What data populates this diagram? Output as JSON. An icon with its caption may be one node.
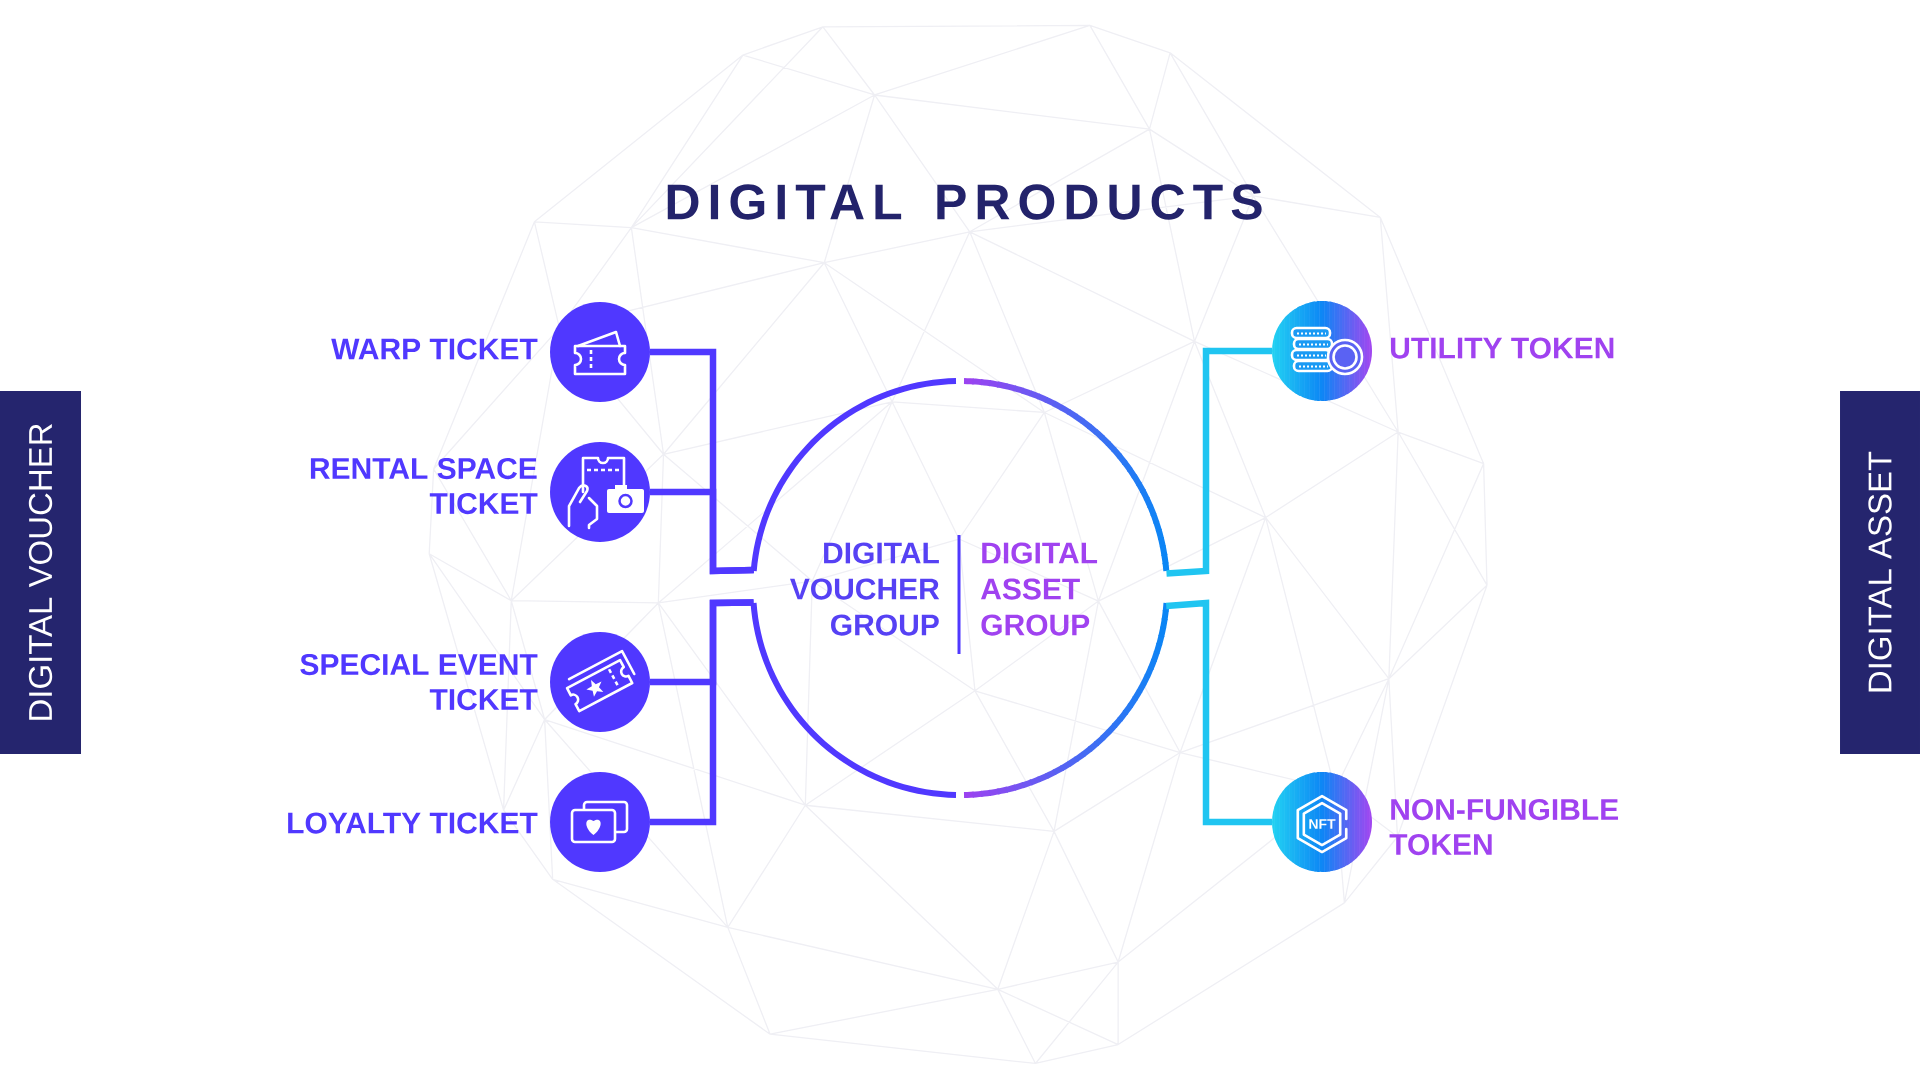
{
  "diagram": {
    "title": "DIGITAL PRODUCTS",
    "nodes": [
      {
        "text": [
          "DIGITAL VOUCHER"
        ]
      },
      {
        "text": [],
        "shape": "circle",
        "beside": [
          "WARP TICKET"
        ]
      },
      {
        "text": [],
        "shape": "circle",
        "beside": [
          "RENTAL SPACE TICKET"
        ]
      },
      {
        "text": [],
        "shape": "circle",
        "beside": [
          "SPECIAL EVENT TICKET"
        ]
      },
      {
        "text": [],
        "shape": "circle",
        "beside": [
          "LOYALTY TICKET"
        ]
      },
      {
        "text": [
          "DIGITAL VOUCHER GROUP",
          "DIGITAL ASSET GROUP"
        ]
      },
      {
        "text": [],
        "shape": "circle",
        "beside": [
          "UTILITY TOKEN"
        ]
      },
      {
        "text": [
          "NFT"
        ],
        "beside": [
          "NON-FUNGIBLE TOKEN"
        ]
      },
      {
        "text": [
          "DIGITAL ASSET"
        ]
      }
    ],
    "edges": [
      {
        "from": 1,
        "to": 5,
        "arrow": "none"
      },
      {
        "from": 2,
        "to": 5,
        "arrow": "none"
      },
      {
        "from": 3,
        "to": 5,
        "arrow": "none"
      },
      {
        "from": 4,
        "to": 5,
        "arrow": "none"
      },
      {
        "from": 6,
        "to": 5,
        "arrow": "none",
        "color": "#20c5f1"
      },
      {
        "from": 7,
        "to": 5,
        "arrow": "none",
        "color": "#20c5f1"
      }
    ]
  }
}
